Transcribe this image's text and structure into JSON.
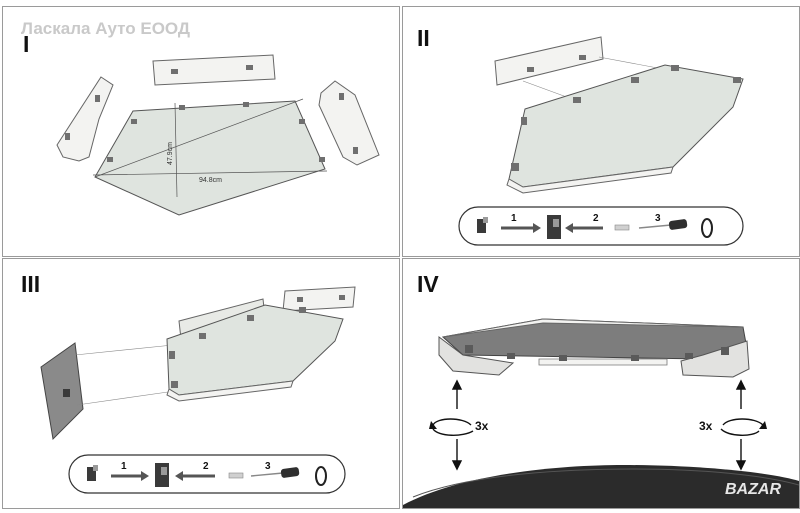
{
  "watermark": "Ласкала Ауто ЕООД",
  "corner_mark": "BAZAR",
  "panels": [
    {
      "label": "I",
      "width_measure": "94.8cm",
      "height_measure": "47.9cm"
    },
    {
      "label": "II",
      "steps": [
        "1",
        "2",
        "3"
      ]
    },
    {
      "label": "III",
      "steps": [
        "1",
        "2",
        "3"
      ]
    },
    {
      "label": "IV",
      "turns_left": "3x",
      "turns_right": "3x"
    }
  ],
  "colors": {
    "glass": "#dfe4df",
    "bracket": "#6f6f6f",
    "strip": "#f4f4f2",
    "outline": "#555555",
    "arrow": "#555555"
  }
}
